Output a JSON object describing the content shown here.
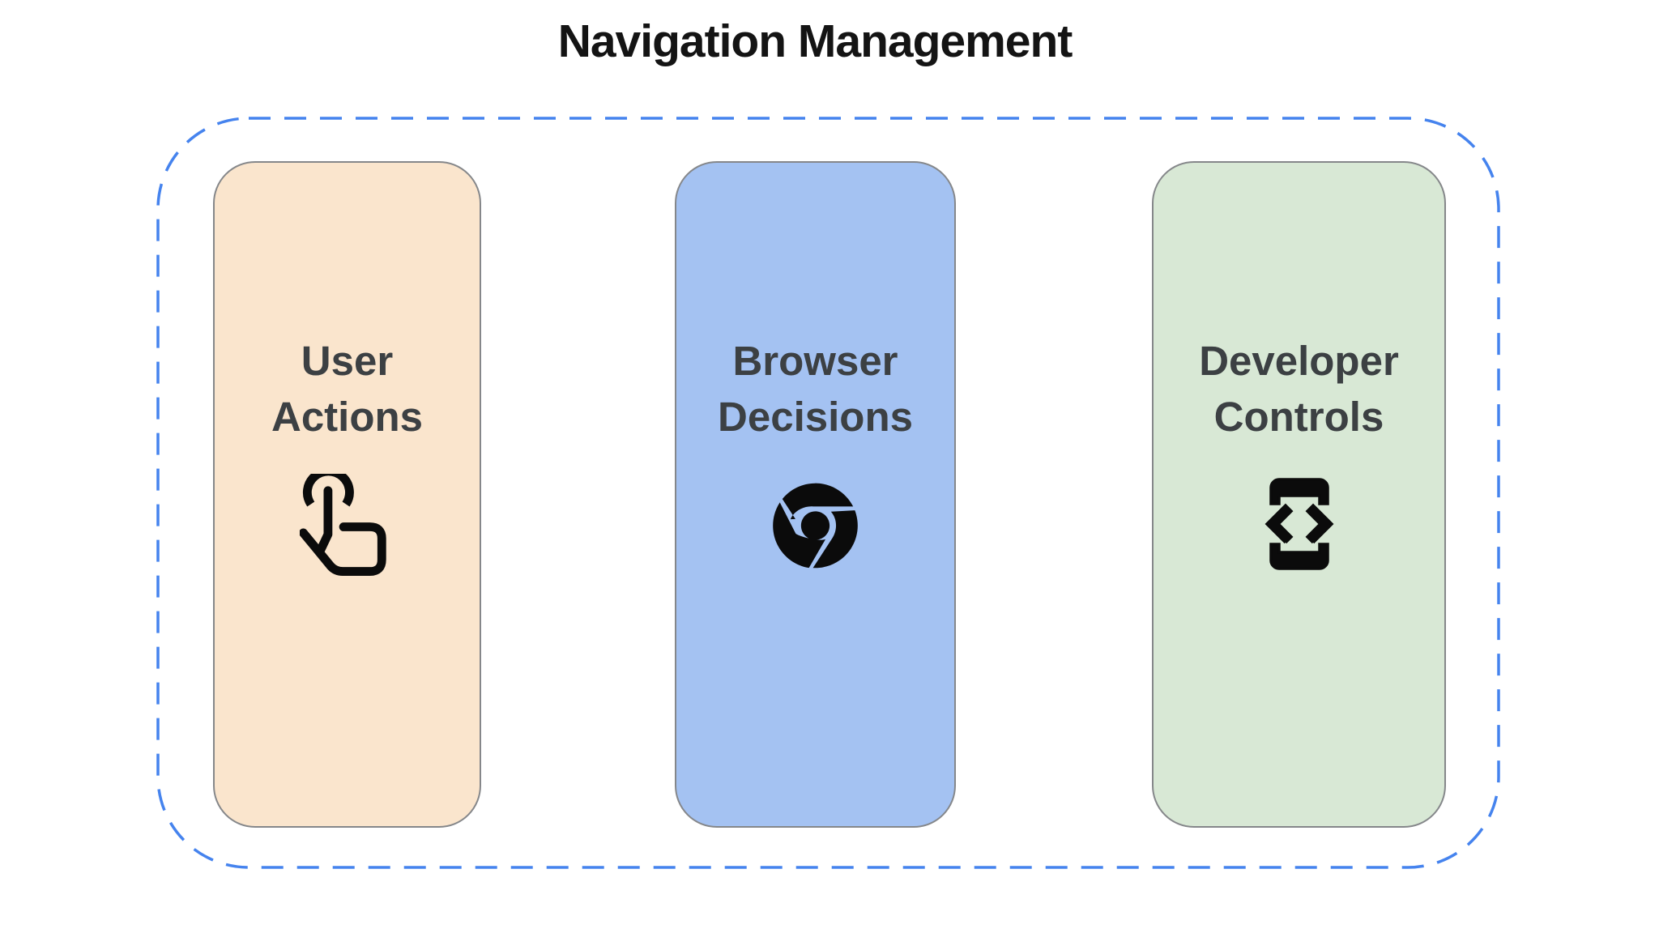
{
  "title": "Navigation Management",
  "colors": {
    "dashed_border": "#4583ee",
    "card_border": "#85878a",
    "title_text": "#141414",
    "card_text": "#3c4043",
    "icon": "#0b0b0b"
  },
  "cards": [
    {
      "line1": "User",
      "line2": "Actions",
      "icon": "touch-gesture-icon",
      "bg": "#fae5cd"
    },
    {
      "line1": "Browser",
      "line2": "Decisions",
      "icon": "chrome-icon",
      "bg": "#a4c2f2"
    },
    {
      "line1": "Developer",
      "line2": "Controls",
      "icon": "developer-mode-icon",
      "bg": "#d8e8d5"
    }
  ]
}
